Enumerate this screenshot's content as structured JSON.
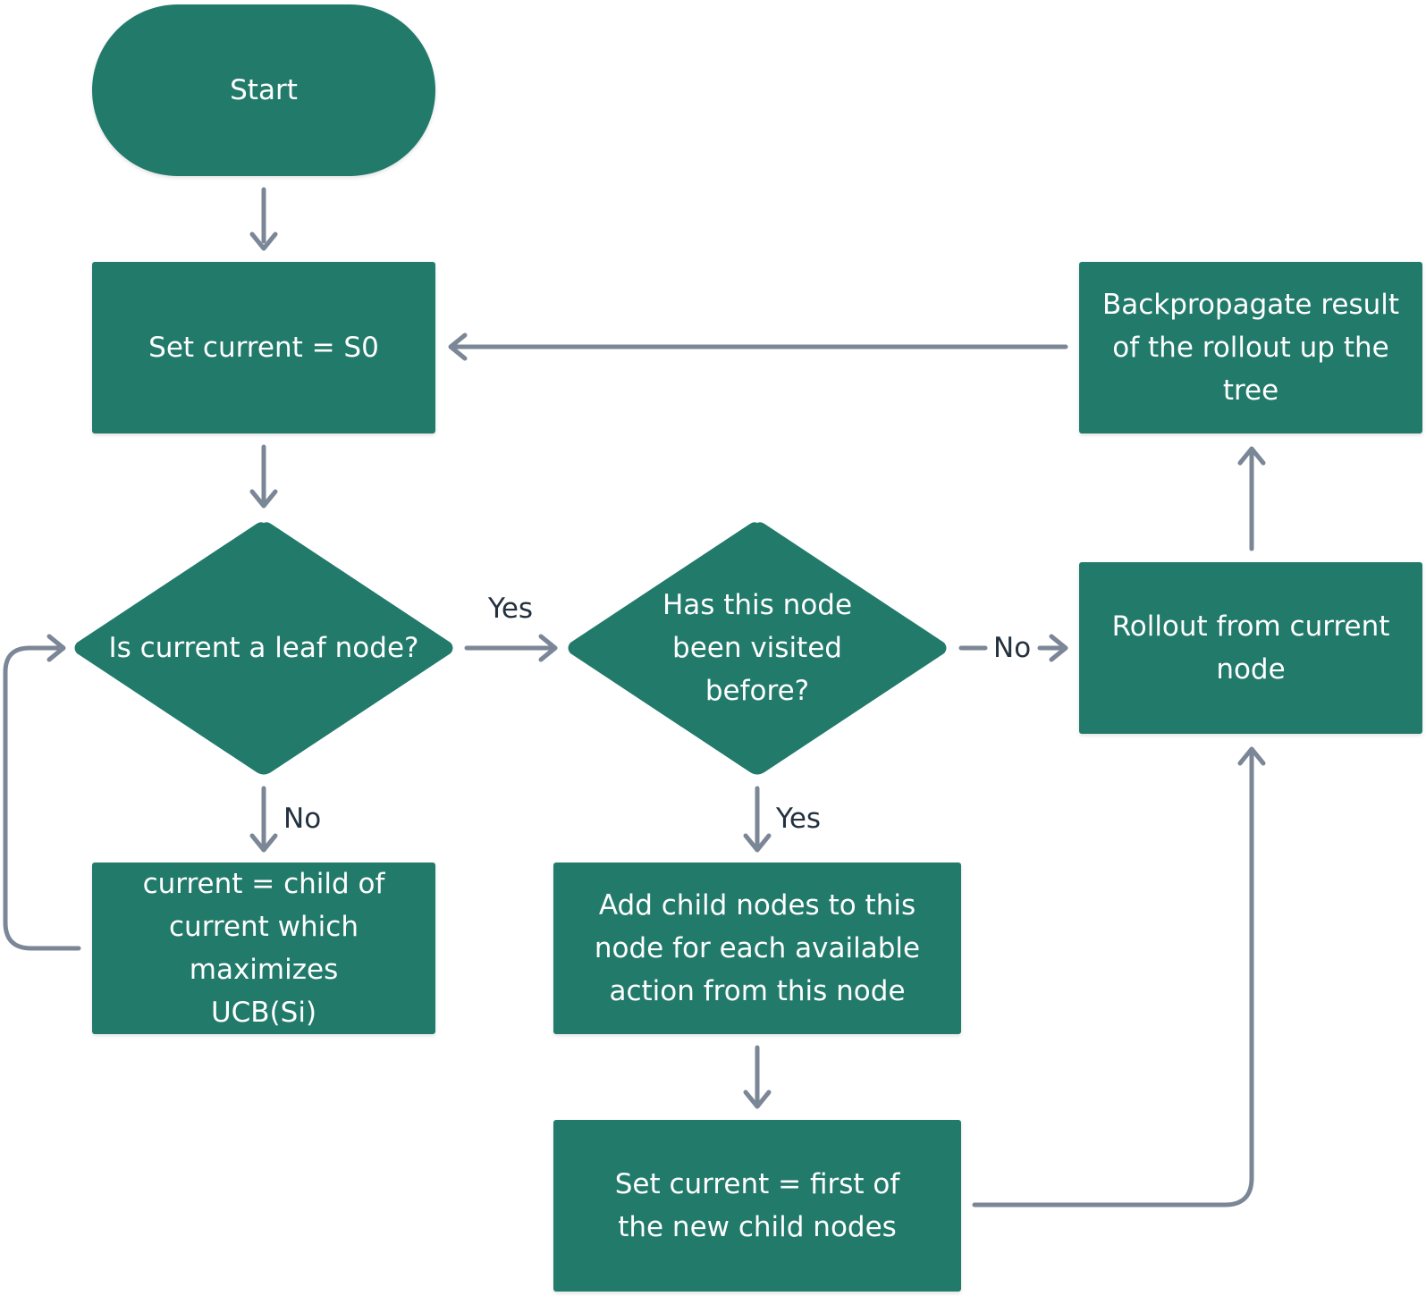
{
  "nodes": {
    "start": "Start",
    "set_current": "Set current = S0",
    "is_leaf": "Is current a leaf node?",
    "visited": "Has this node been visited before?",
    "child_max": "current = child of current which maximizes UCB(Si)",
    "add_children": "Add child nodes to this node for each available action from this node",
    "set_first_child": "Set current = first of the new child nodes",
    "rollout": "Rollout from current node",
    "backpropagate": "Backpropagate result of the rollout up the tree"
  },
  "edge_labels": {
    "leaf_yes": "Yes",
    "leaf_no": "No",
    "visited_yes": "Yes",
    "visited_no": "No"
  },
  "colors": {
    "node_fill": "#217a6a",
    "connector": "#7b8797",
    "node_text": "#ffffff",
    "label_text": "#233140"
  }
}
